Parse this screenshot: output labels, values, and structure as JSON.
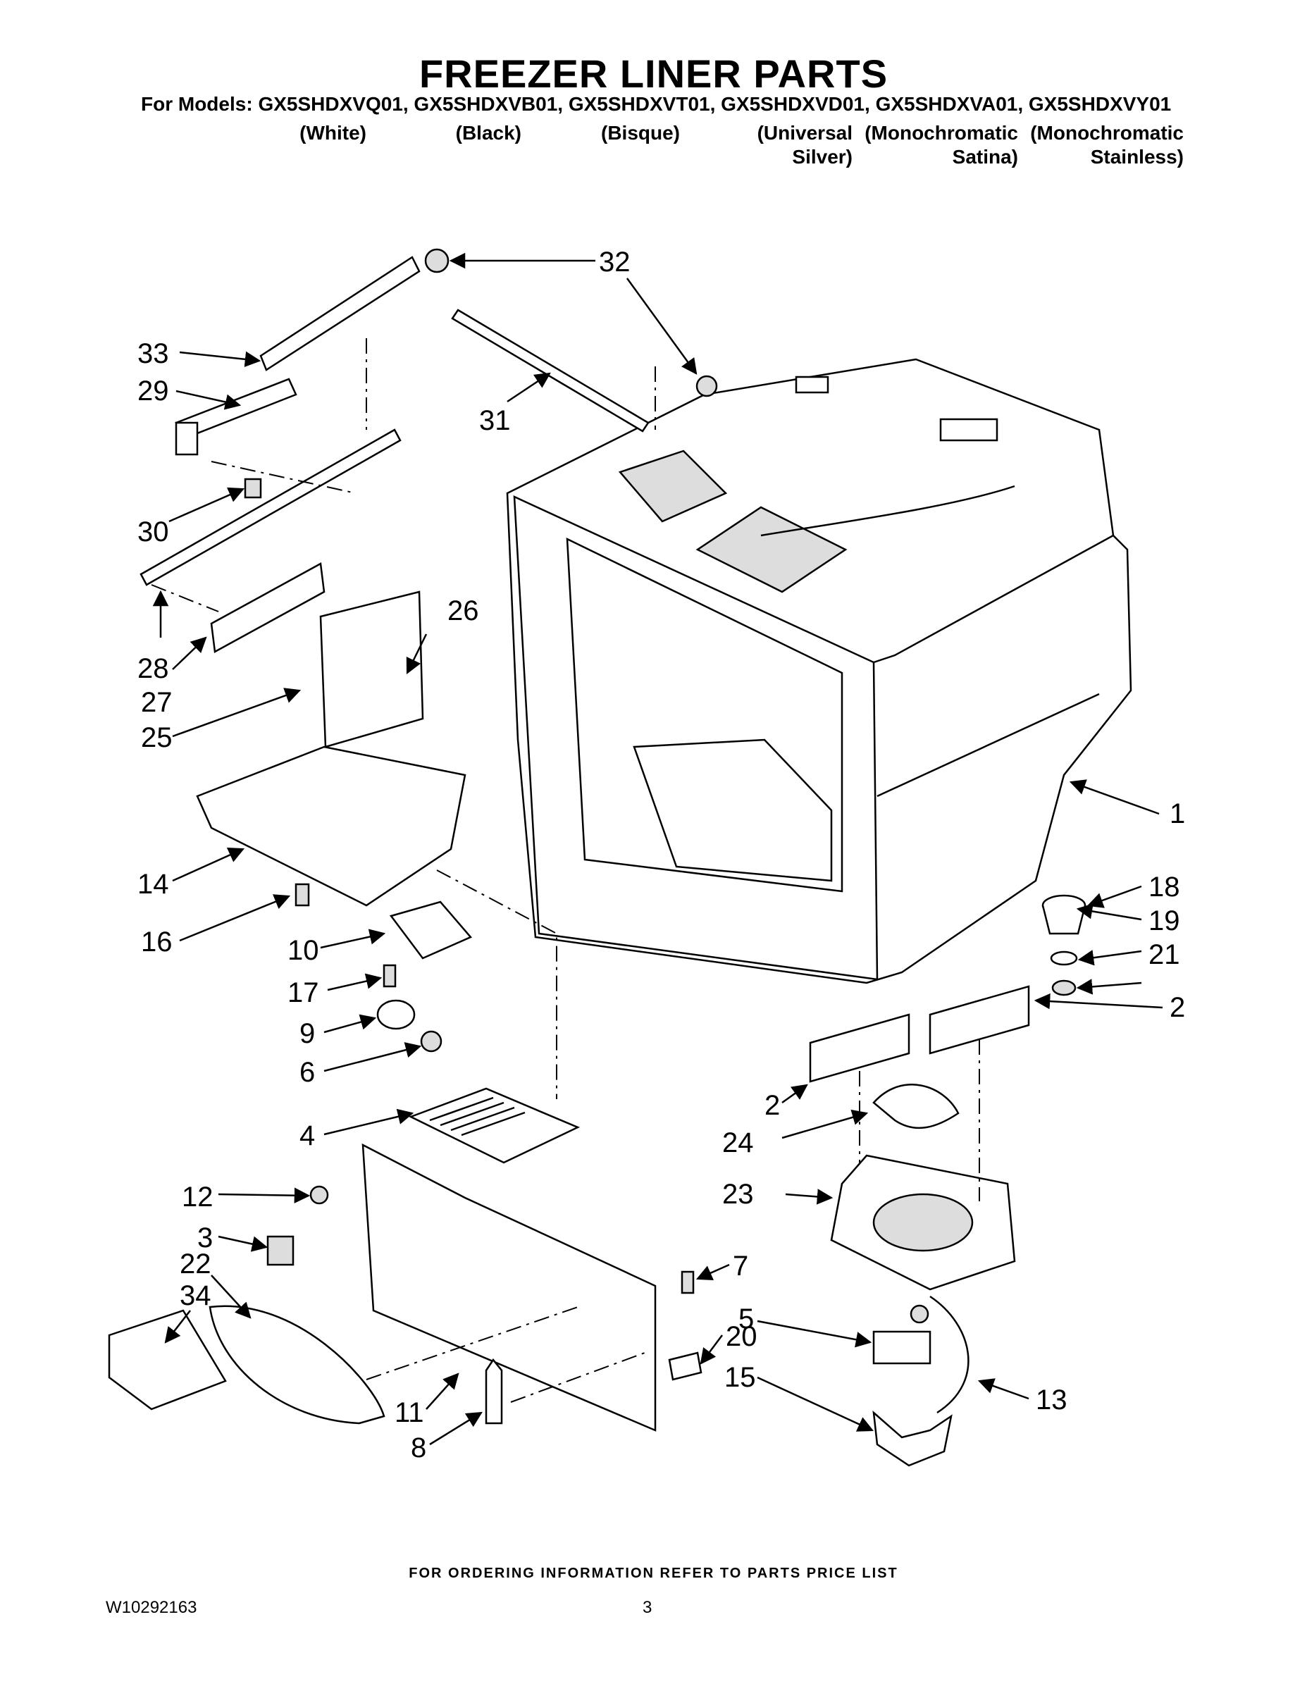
{
  "header": {
    "title": "FREEZER LINER PARTS",
    "models_line": "For Models: GX5SHDXVQ01, GX5SHDXVB01, GX5SHDXVT01, GX5SHDXVD01, GX5SHDXVA01, GX5SHDXVY01",
    "variants": [
      {
        "line1": "(White)",
        "line2": ""
      },
      {
        "line1": "(Black)",
        "line2": ""
      },
      {
        "line1": "(Bisque)",
        "line2": ""
      },
      {
        "line1": "(Universal",
        "line2": "Silver)"
      },
      {
        "line1": "(Monochromatic",
        "line2": "Satina)"
      },
      {
        "line1": "(Monochromatic",
        "line2": "Stainless)"
      }
    ]
  },
  "callouts": {
    "c1": "1",
    "c2a": "2",
    "c2b": "2",
    "c3": "3",
    "c4": "4",
    "c5": "5",
    "c6": "6",
    "c7": "7",
    "c8": "8",
    "c9": "9",
    "c10": "10",
    "c11": "11",
    "c12": "12",
    "c13": "13",
    "c14": "14",
    "c15": "15",
    "c16": "16",
    "c17": "17",
    "c18": "18",
    "c19": "19",
    "c20": "20",
    "c21": "21",
    "c22": "22",
    "c23": "23",
    "c24": "24",
    "c25": "25",
    "c26": "26",
    "c27": "27",
    "c28": "28",
    "c29": "29",
    "c30": "30",
    "c31": "31",
    "c32": "32",
    "c33": "33",
    "c34": "34"
  },
  "footer": {
    "note": "FOR ORDERING INFORMATION REFER TO PARTS PRICE LIST",
    "doc_number": "W10292163",
    "page_number": "3"
  }
}
